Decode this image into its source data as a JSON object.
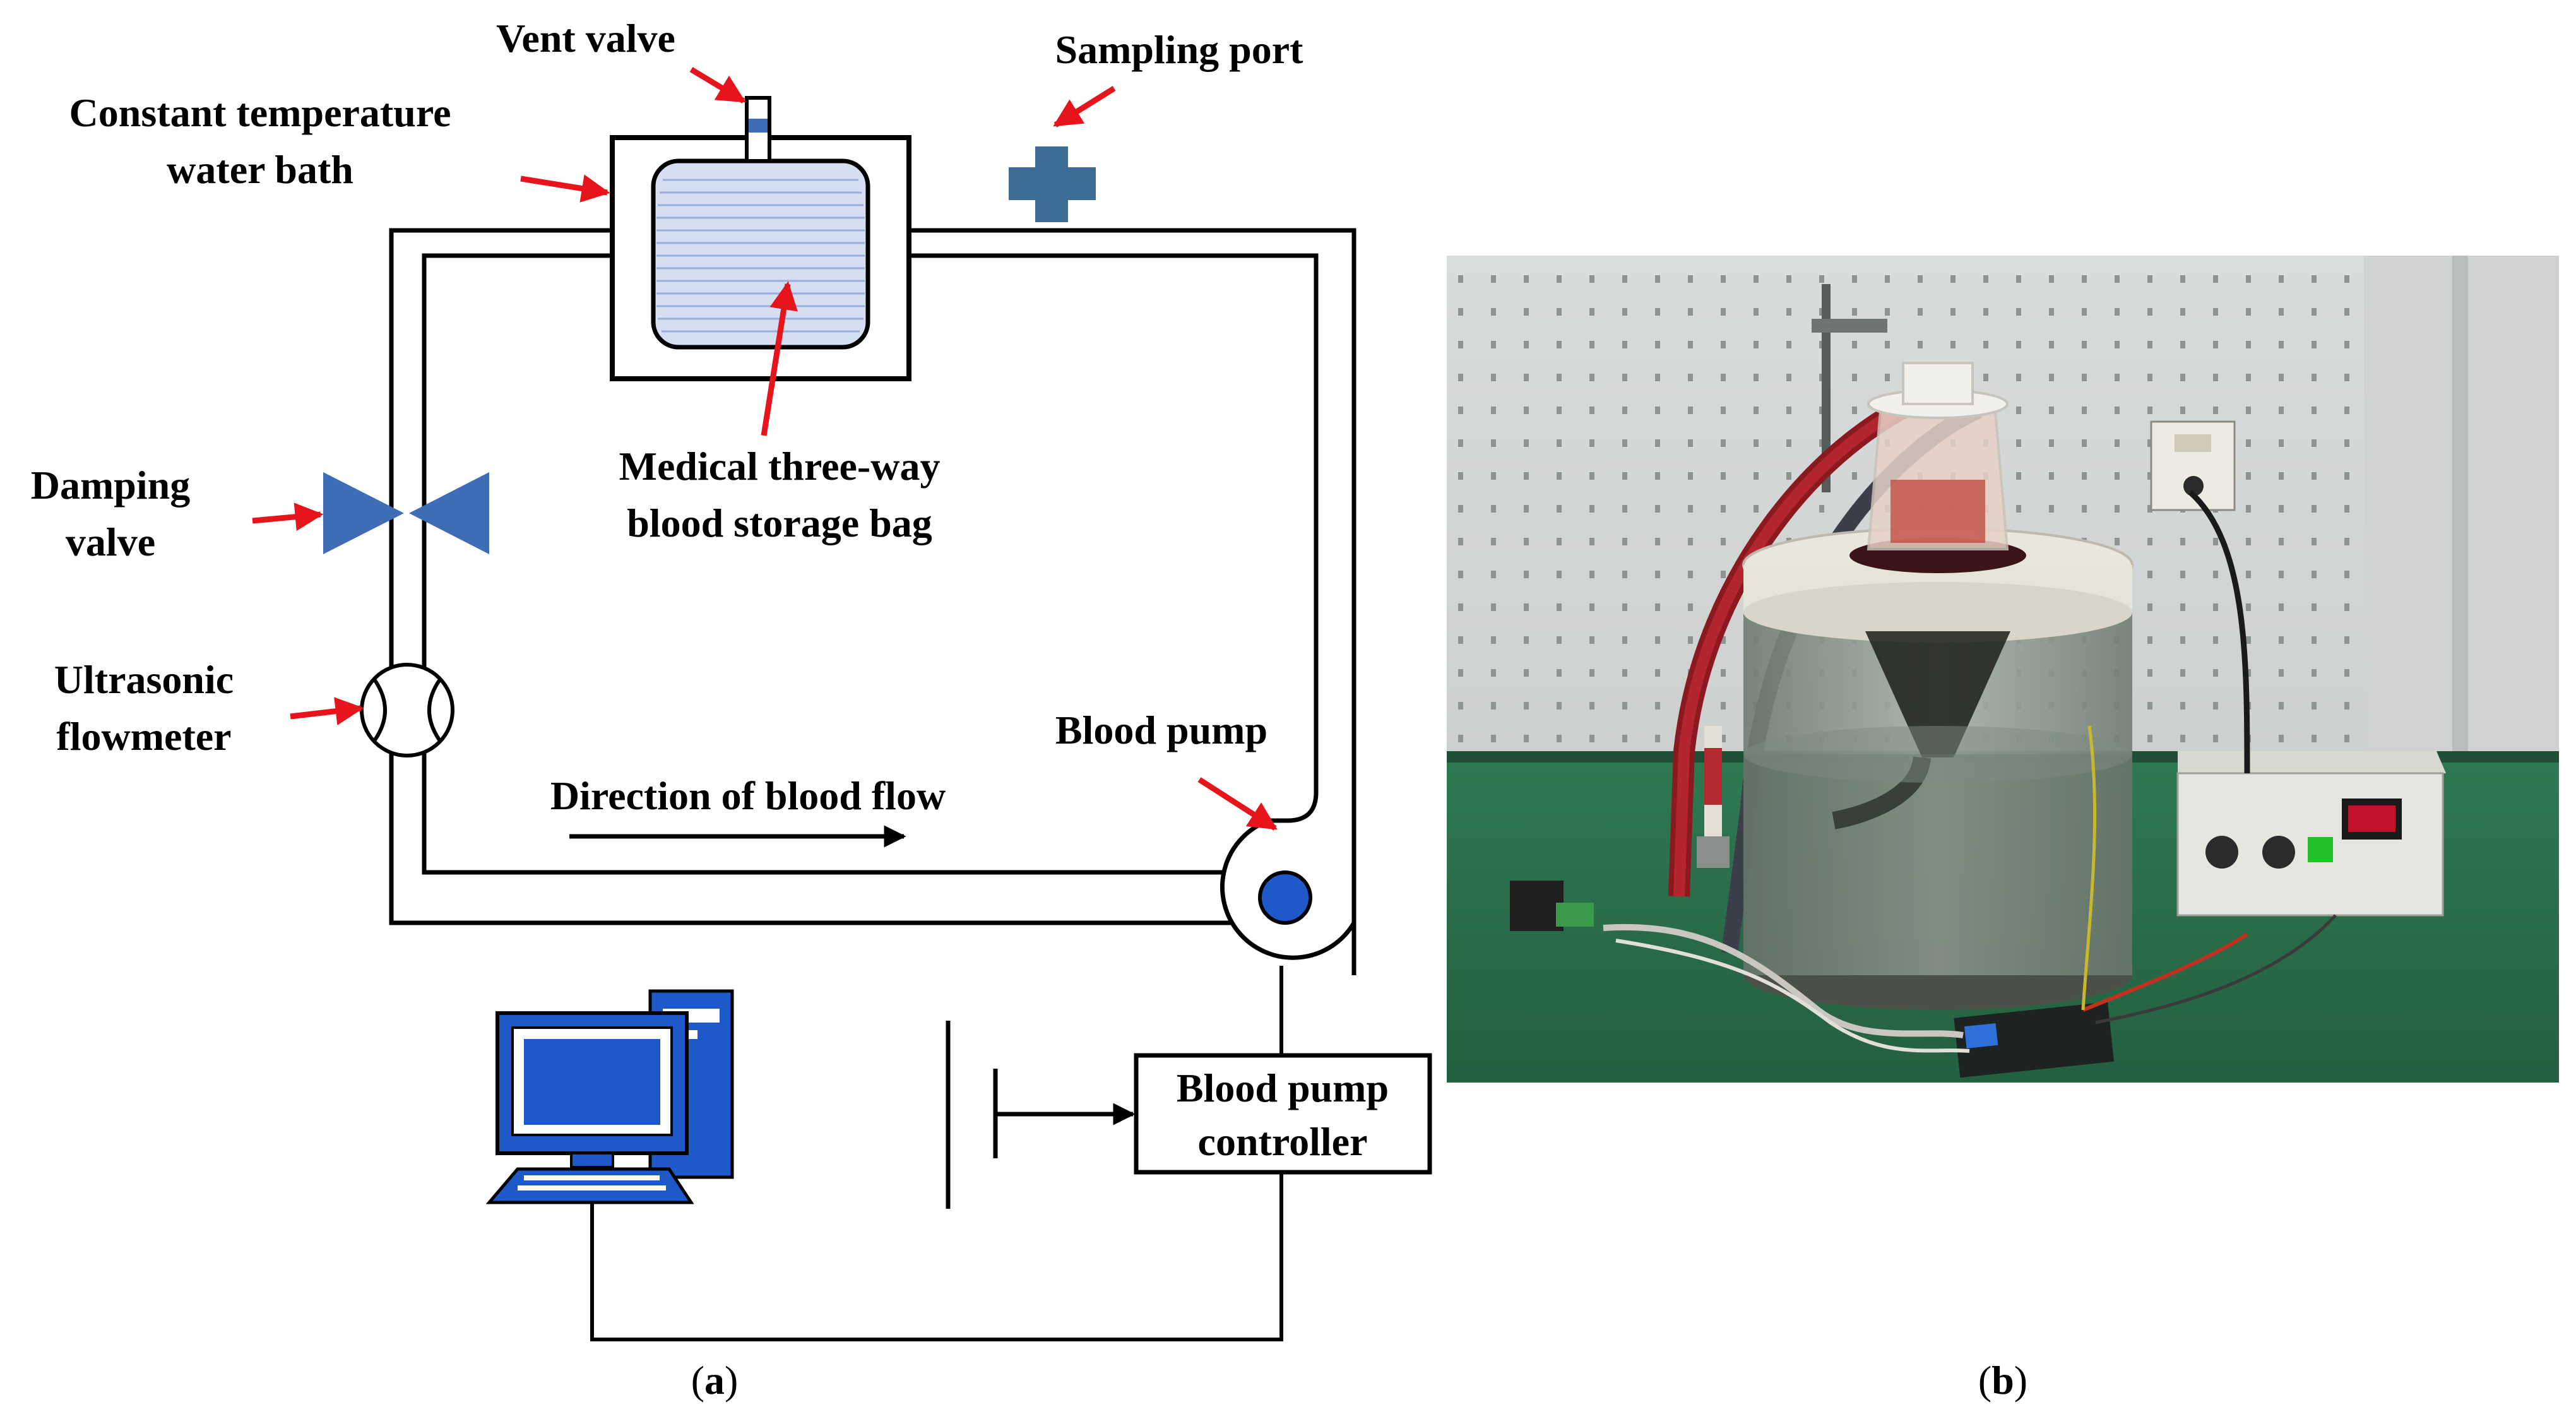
{
  "labels": {
    "vent_valve": "Vent valve",
    "sampling_port": "Sampling port",
    "water_bath_line1": "Constant temperature",
    "water_bath_line2": "water bath",
    "bag_line1": "Medical three-way",
    "bag_line2": "blood storage bag",
    "damping_line1": "Damping",
    "damping_line2": "valve",
    "flowmeter_line1": "Ultrasonic",
    "flowmeter_line2": "flowmeter",
    "blood_pump": "Blood pump",
    "flow_direction": "Direction of blood flow",
    "controller_line1": "Blood pump",
    "controller_line2": "controller"
  },
  "panels": {
    "a": {
      "open": "(",
      "letter": "a",
      "close": ")"
    },
    "b": {
      "open": "(",
      "letter": "b",
      "close": ")"
    }
  },
  "colors": {
    "tube": "#000000",
    "component_blue": "#3e6db5",
    "sampling_blue": "#3d6c95",
    "bag_fill": "#d6def2",
    "bag_lines": "#9aaed8",
    "pointer_arrow": "#e8141c",
    "computer_blue": "#1d59c9"
  },
  "icons": {
    "computer": "desktop-computer-icon",
    "sampling_port": "plus-cross-icon",
    "damping_valve": "bowtie-valve-icon",
    "flowmeter": "ultrasonic-flowmeter-icon",
    "blood_pump": "roller-pump-icon"
  },
  "photo": {
    "alt": "photo-of-experimental-setup"
  }
}
